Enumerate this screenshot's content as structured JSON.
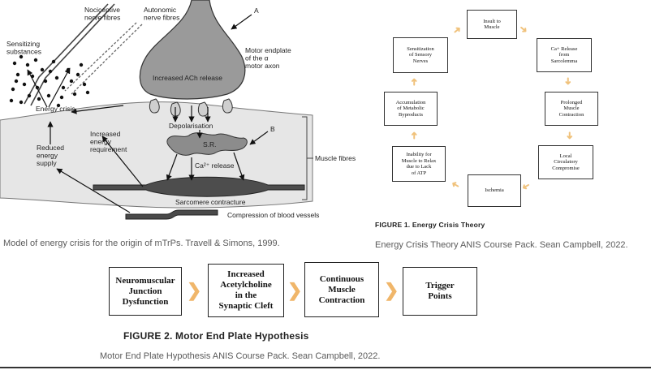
{
  "left_figure": {
    "labels": {
      "nociceptive": "Nociceptive\nnerve fibres",
      "autonomic": "Autonomic\nnerve fibres",
      "marker_a": "A",
      "marker_b": "B",
      "motor_endplate": "Motor endplate\nof the α\nmotor axon",
      "sensitizing": "Sensitizing\nsubstances",
      "ach_release": "Increased ACh release",
      "energy_crisis": "Energy crisis",
      "increased_energy": "Increased\nenergy\nrequirement",
      "depolarisation": "Depolarisation",
      "reduced_energy": "Reduced\nenergy\nsupply",
      "sr": "S.R.",
      "ca_release": "Ca²⁺ release",
      "muscle_fibres": "Muscle fibres",
      "sarcomere": "Sarcomere contracture",
      "compression": "Compression of blood vessels"
    },
    "caption": "Model of energy crisis for the origin of mTrPs. Travell & Simons, 1999."
  },
  "cycle_figure": {
    "boxes": [
      "Insult to\nMuscle",
      "Ca+ Release\nfrom\nSarcolemma",
      "Prolonged\nMuscle\nContraction",
      "Local\nCirculatory\nCompromise",
      "Ischemia",
      "Inability for\nMuscle to Relax\ndue to Lack\nof ATP",
      "Accumulation\nof Metabolic\nByproducts",
      "Sensitization\nof Sensory\nNerves"
    ],
    "figure_label": "FIGURE 1. Energy Crisis Theory",
    "caption": "Energy Crisis Theory ANIS Course Pack. Sean Campbell, 2022."
  },
  "flow_figure": {
    "boxes": [
      "Neuromuscular\nJunction\nDysfunction",
      "Increased\nAcetylcholine\nin the\nSynaptic Cleft",
      "Continuous\nMuscle\nContraction",
      "Trigger\nPoints"
    ],
    "figure_label": "FIGURE 2. Motor End Plate Hypothesis",
    "caption": "Motor End Plate Hypothesis ANIS Course Pack. Sean Campbell, 2022."
  },
  "colors": {
    "chevron": "#f0b66a",
    "tissue": "#e4e4e4",
    "nerve": "#a6a6a6",
    "sr": "#8c8c8c",
    "vessel": "#4a4a4a"
  }
}
